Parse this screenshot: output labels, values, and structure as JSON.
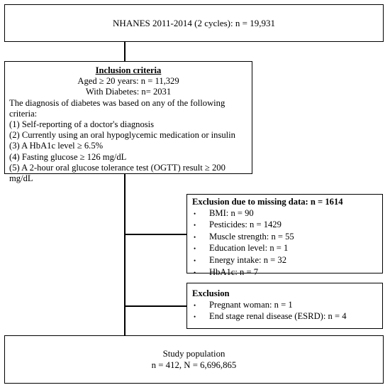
{
  "source": {
    "text": "NHANES 2011-2014 (2 cycles):  n = 19,931"
  },
  "inclusion": {
    "title": "Inclusion criteria",
    "age_line": "Aged ≥ 20 years:  n = 11,329",
    "diabetes_line": "With Diabetes:  n= 2031",
    "diagnosis_intro": "The diagnosis  of diabetes was based on any of the following  criteria:",
    "criteria": [
      "(1) Self-reporting  of a doctor's diagnosis",
      "(2) Currently  using  an oral hypoglycemic  medication  or insulin",
      "(3) A HbA1c level  ≥ 6.5%",
      "(4) Fasting glucose  ≥ 126 mg/dL",
      "(5) A 2-hour oral glucose  tolerance test (OGTT) result ≥ 200 mg/dL"
    ]
  },
  "missing_exclusion": {
    "title": "Exclusion due to missing data:  n = 1614",
    "bullet_symbol": "•",
    "items": [
      "BMI:  n = 90",
      "Pesticides:  n = 1429",
      "Muscle strength:  n = 55",
      "Education level:  n = 1",
      "Energy intake:  n = 32",
      "HbA1c:  n = 7"
    ]
  },
  "other_exclusion": {
    "title": "Exclusion",
    "bullet_symbol": "•",
    "items": [
      "Pregnant woman:  n = 1",
      "End stage renal disease (ESRD):  n = 4"
    ]
  },
  "study": {
    "title": "Study population",
    "counts": "n = 412,  N = 6,696,865"
  }
}
